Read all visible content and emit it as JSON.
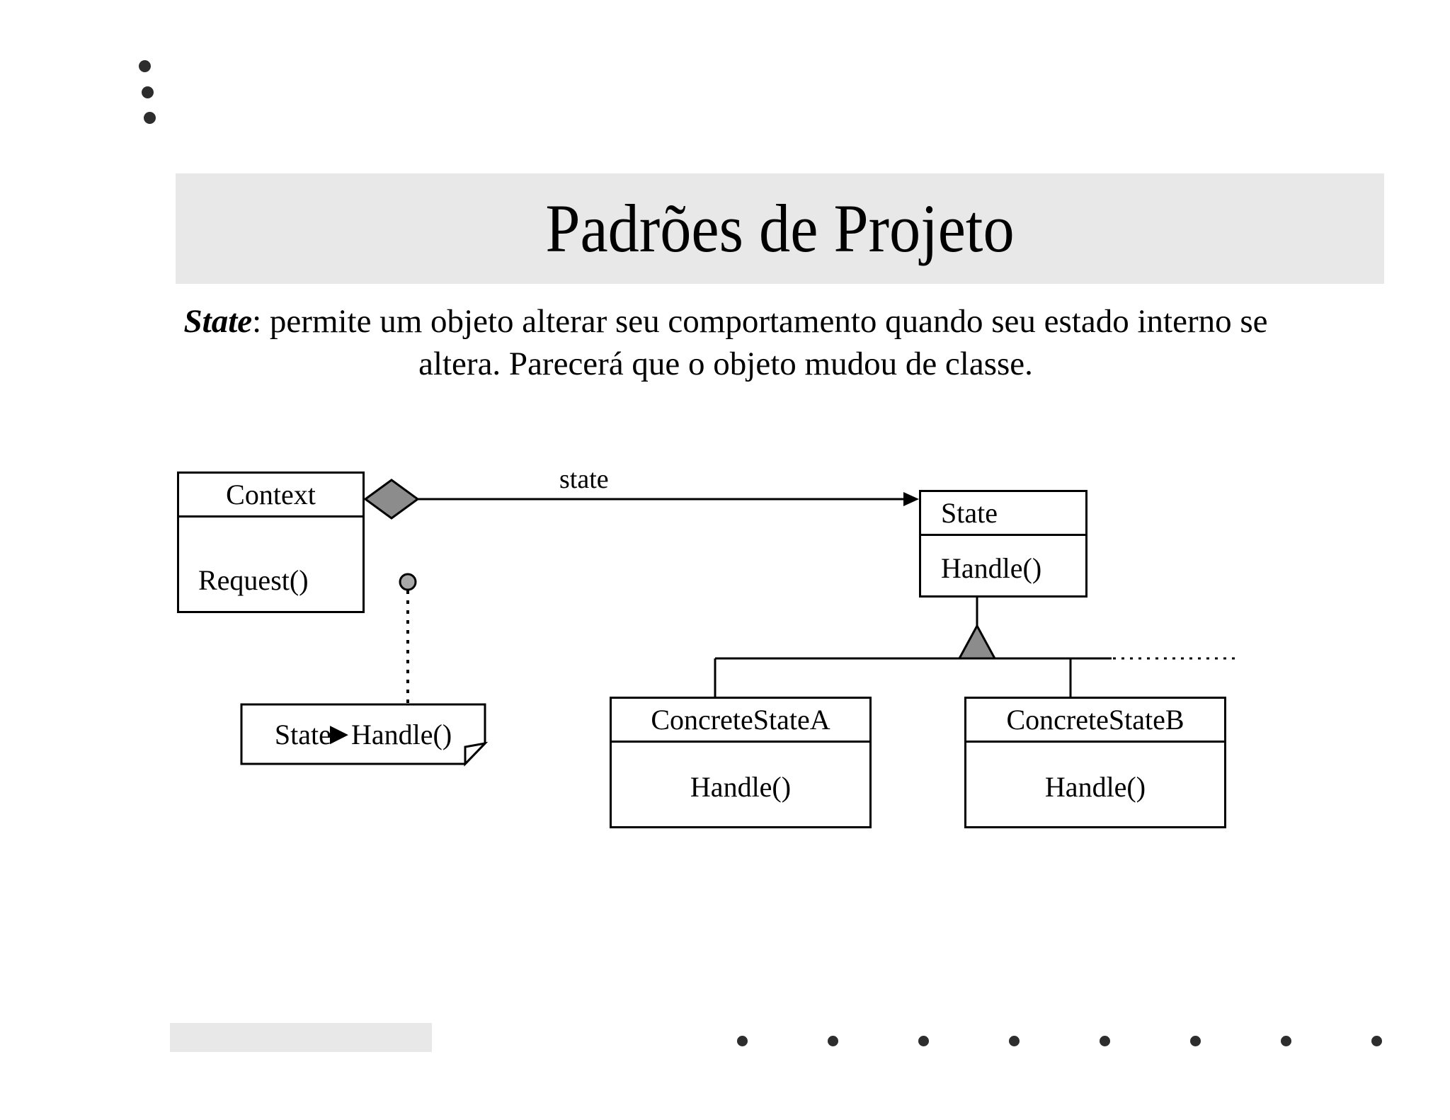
{
  "slide": {
    "title": "Padrões de Projeto",
    "top_bullets": [
      "",
      "",
      ""
    ],
    "description": {
      "keyword": "State",
      "rest": ": permite um objeto alterar seu comportamento quando seu estado interno se altera. Parecerá que o objeto mudou de classe."
    },
    "bottom_dots_count": 8
  },
  "diagram": {
    "type": "uml-class-diagram",
    "pattern": "State",
    "classes": [
      {
        "id": "context",
        "name": "Context",
        "operations": [
          "Request()"
        ]
      },
      {
        "id": "state",
        "name": "State",
        "operations": [
          "Handle()"
        ]
      },
      {
        "id": "concrete_state_a",
        "name": "ConcreteStateA",
        "operations": [
          "Handle()"
        ]
      },
      {
        "id": "concrete_state_b",
        "name": "ConcreteStateB",
        "operations": [
          "Handle()"
        ]
      }
    ],
    "note": {
      "target": "Request()",
      "receiver": "State",
      "arrow": "▶",
      "message": "Handle()"
    },
    "relationships": [
      {
        "kind": "aggregation",
        "from": "Context",
        "to": "State",
        "role_label": "state",
        "source_decoration": "filled-diamond",
        "target_decoration": "open-arrow"
      },
      {
        "kind": "generalization",
        "from": "ConcreteStateA",
        "to": "State",
        "decoration": "filled-triangle"
      },
      {
        "kind": "generalization",
        "from": "ConcreteStateB",
        "to": "State",
        "decoration": "filled-triangle"
      },
      {
        "kind": "note-anchor",
        "from": "Context.Request()",
        "to": "note",
        "line_style": "dotted",
        "anchor": "filled-circle"
      },
      {
        "kind": "continuation",
        "from": "generalization-bar",
        "line_style": "dotted"
      }
    ],
    "colors": {
      "line": "#000000",
      "fill": "#ffffff",
      "decoration_fill": "#8c8c8c",
      "band": "#e8e8e8",
      "dot": "#2d2d2d"
    }
  }
}
